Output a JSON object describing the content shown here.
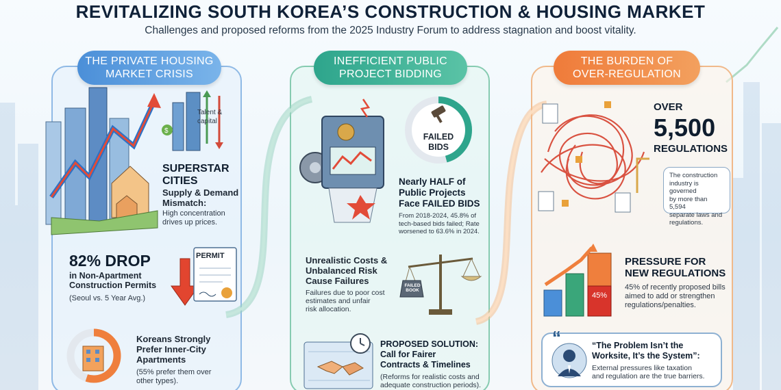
{
  "header": {
    "title": "REVITALIZING SOUTH KOREA’S CONSTRUCTION & HOUSING MARKET",
    "subtitle": "Challenges and proposed reforms from the 2025 Industry Forum to address stagnation and boost vitality."
  },
  "col1": {
    "header_line1": "THE PRIVATE HOUSING",
    "header_line2": "MARKET CRISIS",
    "talent_label_1": "Talent &",
    "talent_label_2": "capital",
    "superstar_title_1": "SUPERSTAR",
    "superstar_title_2": "CITIES",
    "superstar_sub_1": "Supply & Demand",
    "superstar_sub_2": "Mismatch:",
    "superstar_desc_1": "High concentration",
    "superstar_desc_2": "drives up prices.",
    "drop_stat": "82% DROP",
    "drop_sub_1": "in Non-Apartment",
    "drop_sub_2": "Construction Permits",
    "drop_note": "(Seoul vs. 5 Year Avg.)",
    "permit_label": "PERMIT",
    "koreans_title_1": "Koreans Strongly",
    "koreans_title_2": "Prefer Inner-City",
    "koreans_title_3": "Apartments",
    "koreans_note_1": "(55% prefer them over",
    "koreans_note_2": "other types).",
    "prefer_pct": 55
  },
  "col2": {
    "header_line1": "INEFFICIENT PUBLIC",
    "header_line2": "PROJECT BIDDING",
    "failed_label_1": "FAILED",
    "failed_label_2": "BIDS",
    "half_title_1": "Nearly HALF of",
    "half_title_2": "Public Projects",
    "half_title_3": "Face FAILED BIDS",
    "half_desc_1": "From 2018-2024, 45.8% of",
    "half_desc_2": "tech-based bids failed; Rate",
    "half_desc_3": "worsened to 63.6% in 2024.",
    "failed_pct": 45.8,
    "unreal_title_1": "Unrealistic Costs &",
    "unreal_title_2": "Unbalanced Risk",
    "unreal_title_3": "Cause Failures",
    "unreal_desc_1": "Failures due to poor cost",
    "unreal_desc_2": "estimates and unfair",
    "unreal_desc_3": "risk allocation.",
    "weight_label_1": "FAILED",
    "weight_label_2": "BOOK",
    "solution_title_1": "PROPOSED SOLUTION:",
    "solution_title_2": "Call for Fairer",
    "solution_title_3": "Contracts & Timelines",
    "solution_desc_1": "(Reforms for realistic costs and",
    "solution_desc_2": "adequate construction periods)."
  },
  "col3": {
    "header_line1": "THE BURDEN OF",
    "header_line2": "OVER-REGULATION",
    "over_label": "OVER",
    "reg_count": "5,500",
    "reg_label": "REGULATIONS",
    "bubble_1": "The construction",
    "bubble_2": "industry is governed",
    "bubble_3": "by more than 5,594",
    "bubble_4": "separate laws and",
    "bubble_5": "regulations.",
    "pressure_title_1": "PRESSURE FOR",
    "pressure_title_2": "NEW REGULATIONS",
    "pressure_desc_1": "45% of recently proposed bills",
    "pressure_desc_2": "aimed to add or strengthen",
    "pressure_desc_3": "regulations/penalties.",
    "bar_label": "45%",
    "quote_title_1": "“The Problem Isn’t the",
    "quote_title_2": "Worksite, It’s the System”:",
    "quote_desc_1": "External pressures like taxation",
    "quote_desc_2": "and regulation are the true barriers."
  },
  "colors": {
    "blue": "#4b8fd8",
    "teal": "#2ea58c",
    "orange": "#ef7b3a",
    "red": "#d8342b"
  }
}
